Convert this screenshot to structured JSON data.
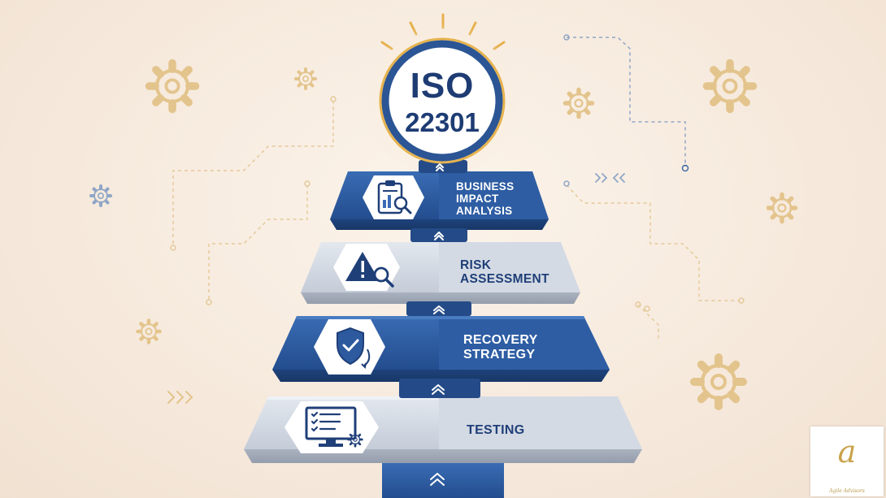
{
  "center": {
    "line1": "ISO",
    "line2": "22301"
  },
  "tiers": [
    {
      "lines": [
        "BUSINESS",
        "IMPACT",
        "ANALYSIS"
      ],
      "icon": "clipboard-chart-icon"
    },
    {
      "lines": [
        "RISK",
        "ASSESSMENT"
      ],
      "icon": "warning-search-icon"
    },
    {
      "lines": [
        "RECOVERY",
        "STRATEGY"
      ],
      "icon": "shield-check-icon"
    },
    {
      "lines": [
        "TESTING"
      ],
      "icon": "monitor-checklist-icon"
    }
  ],
  "logo": {
    "letter": "a",
    "caption": "Agile Advisors"
  },
  "colors": {
    "blue": "#2d5a9e",
    "gray": "#d3d9e3",
    "text": "#1f3f78",
    "gold": "#d9b36a"
  }
}
